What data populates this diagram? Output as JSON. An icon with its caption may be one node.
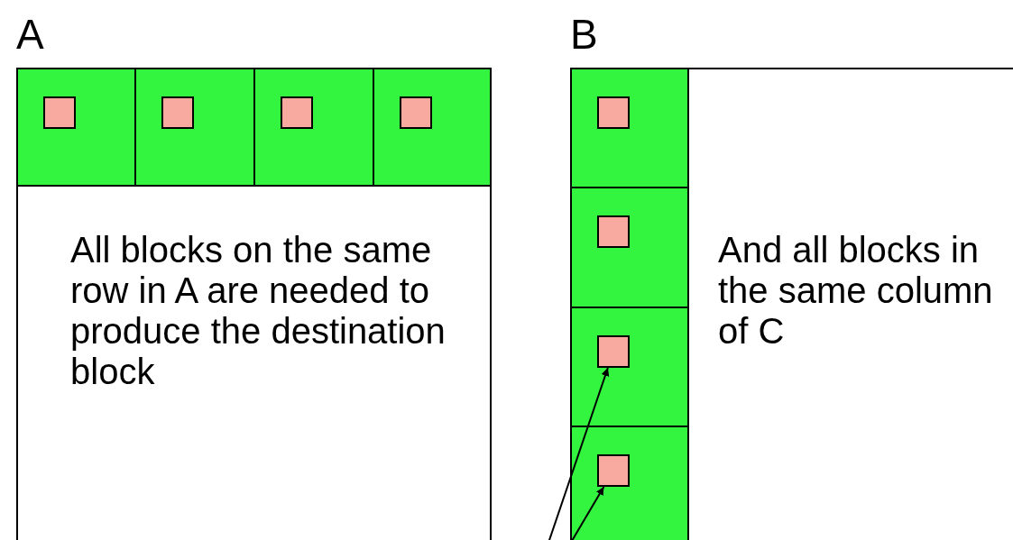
{
  "diagram": {
    "nodes": [
      {
        "text": [
          "A",
          "All blocks on the same row in A are needed to produce the destination block"
        ]
      },
      {
        "text": [],
        "shape": "box",
        "in": 0
      },
      {
        "text": [],
        "shape": "box",
        "in": 1
      },
      {
        "text": [],
        "shape": "box",
        "in": 0
      },
      {
        "text": [],
        "shape": "box",
        "in": 3
      },
      {
        "text": [],
        "shape": "box",
        "in": 0
      },
      {
        "text": [],
        "shape": "box",
        "in": 5
      },
      {
        "text": [],
        "shape": "box",
        "in": 0
      },
      {
        "text": [],
        "shape": "box",
        "in": 7
      },
      {
        "text": [
          "B",
          "And all blocks in the same column of C"
        ]
      },
      {
        "text": [],
        "shape": "box",
        "in": 9
      },
      {
        "text": [],
        "shape": "box",
        "in": 10
      },
      {
        "text": [],
        "shape": "box",
        "in": 9
      },
      {
        "text": [],
        "shape": "box",
        "in": 12
      },
      {
        "text": [],
        "shape": "box",
        "in": 9
      },
      {
        "text": [],
        "shape": "box",
        "in": 14
      },
      {
        "text": [],
        "shape": "box",
        "in": 9
      },
      {
        "text": [],
        "shape": "box",
        "in": 16
      }
    ],
    "edges": [
      {
        "from": null,
        "to": 15,
        "arrow": "to"
      },
      {
        "from": null,
        "to": 17,
        "arrow": "to"
      }
    ]
  }
}
